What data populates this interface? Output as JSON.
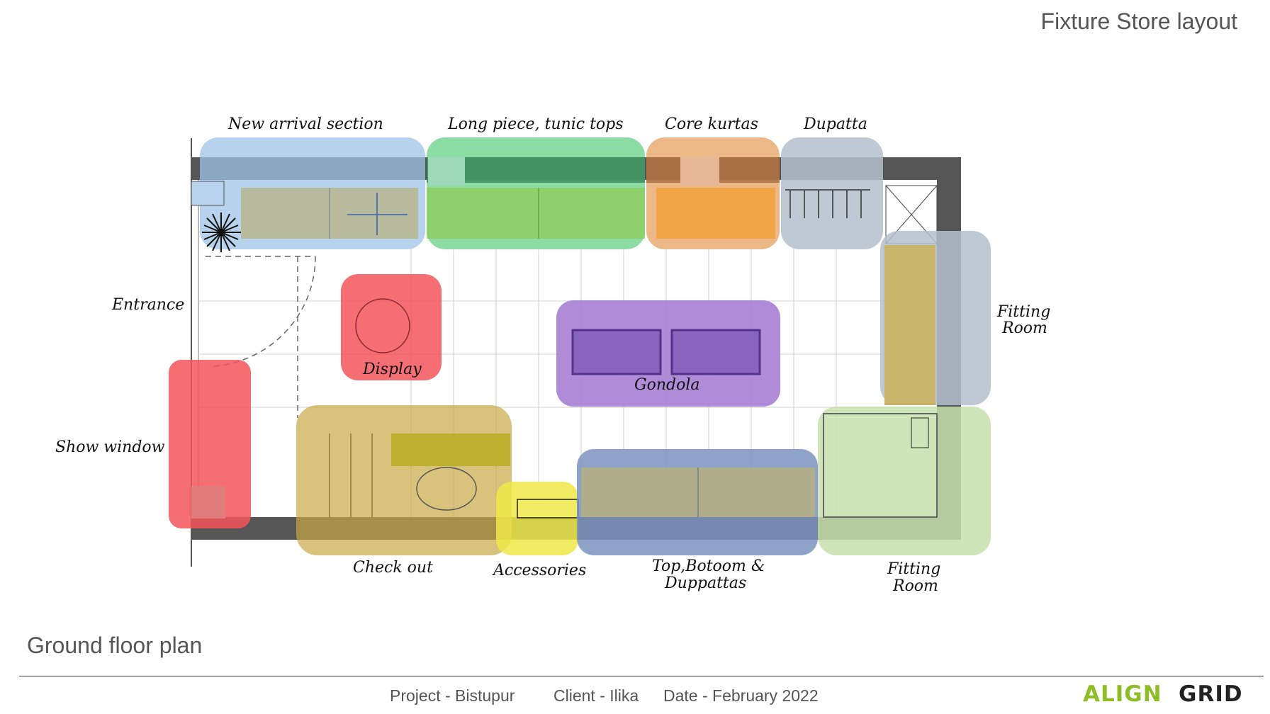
{
  "header": {
    "title": "Fixture Store layout"
  },
  "plan": {
    "subtitle": "Ground floor plan",
    "zones": {
      "new_arrival": "New arrival section",
      "long_piece": "Long piece, tunic tops",
      "core_kurtas": "Core kurtas",
      "dupatta": "Dupatta",
      "entrance": "Entrance",
      "display": "Display",
      "gondola": "Gondola",
      "fitting_room_1": [
        "Fitting",
        "Room"
      ],
      "show_window": "Show window",
      "check_out": "Check out",
      "accessories": "Accessories",
      "top_bottom": [
        "Top,Botoom &",
        "Duppattas"
      ],
      "fitting_room_2": [
        "Fitting",
        "Room"
      ]
    },
    "colors": {
      "blue": "#9fc3e7",
      "green": "#70d38f",
      "orange": "#e9a66a",
      "grey": "#b4bfcc",
      "red": "#f2555c",
      "purple": "#a77fd4",
      "olive": "#c7a844",
      "yellow": "#f0e94a",
      "navy": "#7a93bd",
      "light_green": "#c7e1ad"
    }
  },
  "footer": {
    "project": "Project - Bistupur",
    "client": "Client - Ilika",
    "date": "Date - February 2022"
  },
  "logo": {
    "left": "ALIGN",
    "right": "GRID"
  }
}
